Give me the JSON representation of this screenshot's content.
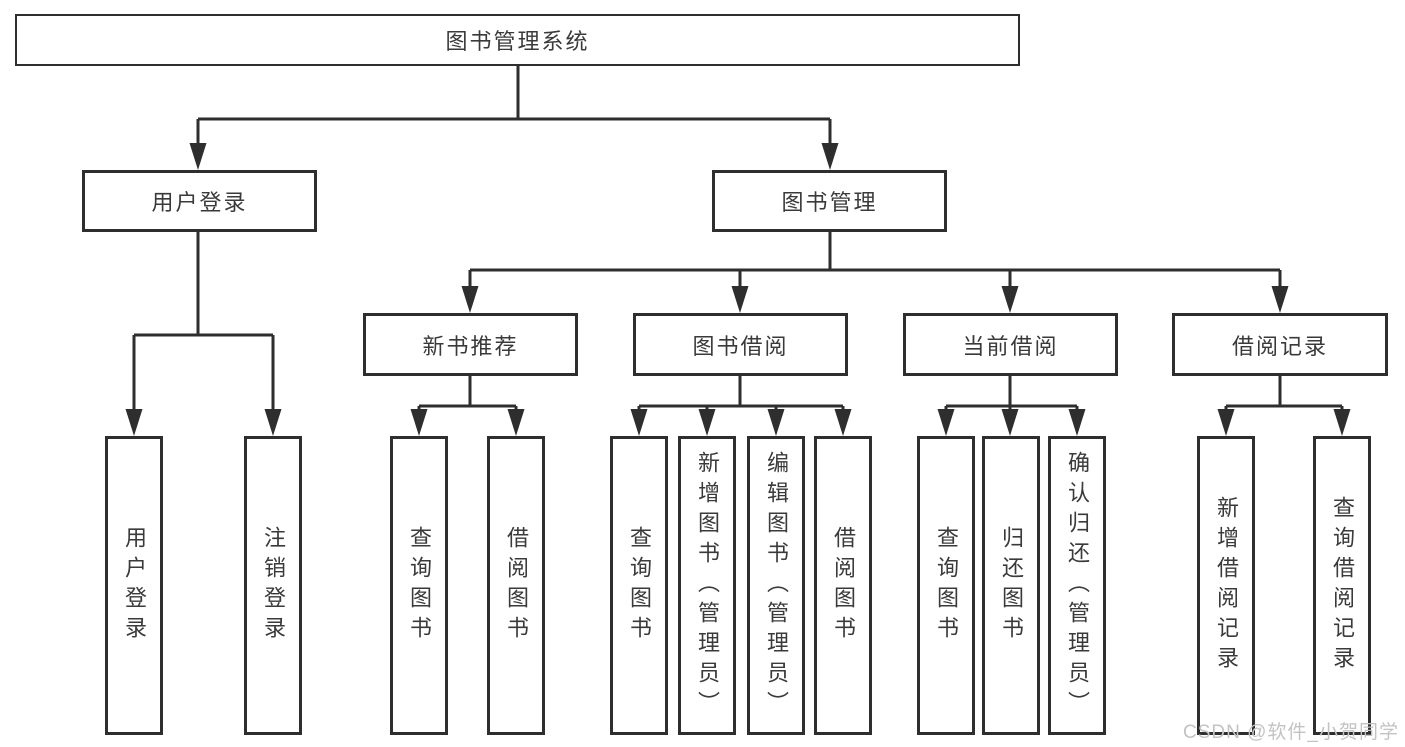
{
  "diagram_type": "functional-structure-tree",
  "colors": {
    "background": "#ffffff",
    "box_border": "#2e2e2e",
    "connector_line": "#2e2e2e",
    "arrowhead": "#2e2e2e",
    "text": "#3a3a3a",
    "watermark": "#c3c3c3"
  },
  "nodes": {
    "root": "图书管理系统",
    "level2": [
      "用户登录",
      "图书管理"
    ],
    "level3": [
      "新书推荐",
      "图书借阅",
      "当前借阅",
      "借阅记录"
    ],
    "leaves": [
      "用户登录",
      "注销登录",
      "查询图书",
      "借阅图书",
      "查询图书",
      "新增图书（管理员）",
      "编辑图书（管理员）",
      "借阅图书",
      "查询图书",
      "归还图书",
      "确认归还（管理员）",
      "新增借阅记录",
      "查询借阅记录"
    ]
  },
  "hierarchy": {
    "图书管理系统": {
      "用户登录": [
        "用户登录",
        "注销登录"
      ],
      "图书管理": {
        "新书推荐": [
          "查询图书",
          "借阅图书"
        ],
        "图书借阅": [
          "查询图书",
          "新增图书（管理员）",
          "编辑图书（管理员）",
          "借阅图书"
        ],
        "当前借阅": [
          "查询图书",
          "归还图书",
          "确认归还（管理员）"
        ],
        "借阅记录": [
          "新增借阅记录",
          "查询借阅记录"
        ]
      }
    }
  },
  "watermark": "CSDN @软件_小贺同学"
}
